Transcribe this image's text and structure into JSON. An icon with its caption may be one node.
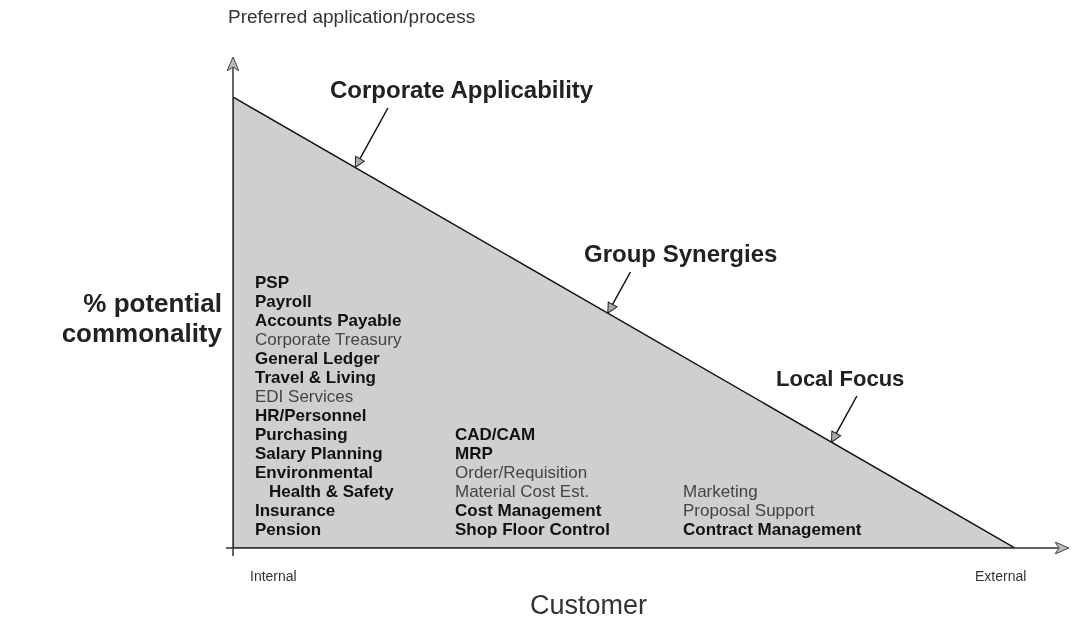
{
  "diagram": {
    "nodes": [
      {
        "text": [],
        "shape": "triangle"
      },
      {
        "text": [
          "Corporate Applicability"
        ]
      },
      {
        "text": [
          "Group Synergies"
        ]
      },
      {
        "text": [
          "Local Focus"
        ]
      }
    ],
    "edges": [
      {
        "from": 1,
        "to": 0,
        "arrow": "to"
      },
      {
        "from": 2,
        "to": 0,
        "arrow": "to"
      },
      {
        "from": 3,
        "to": 0,
        "arrow": "to"
      }
    ],
    "labels": [
      "Preferred application/process",
      "% potential commonality",
      "PSP",
      "Payroll",
      "Accounts Payable",
      "Corporate Treasury",
      "General Ledger",
      "Travel & Living",
      "EDI Services",
      "HR/Personnel",
      "Purchasing",
      "Salary Planning",
      "Environmental Health & Safety",
      "Insurance",
      "Pension",
      "CAD/CAM",
      "MRP",
      "Order/Requisition",
      "Material Cost Est.",
      "Cost Management",
      "Shop Floor Control",
      "Marketing",
      "Proposal Support",
      "Contract Management",
      "Internal",
      "External",
      "Customer"
    ]
  }
}
